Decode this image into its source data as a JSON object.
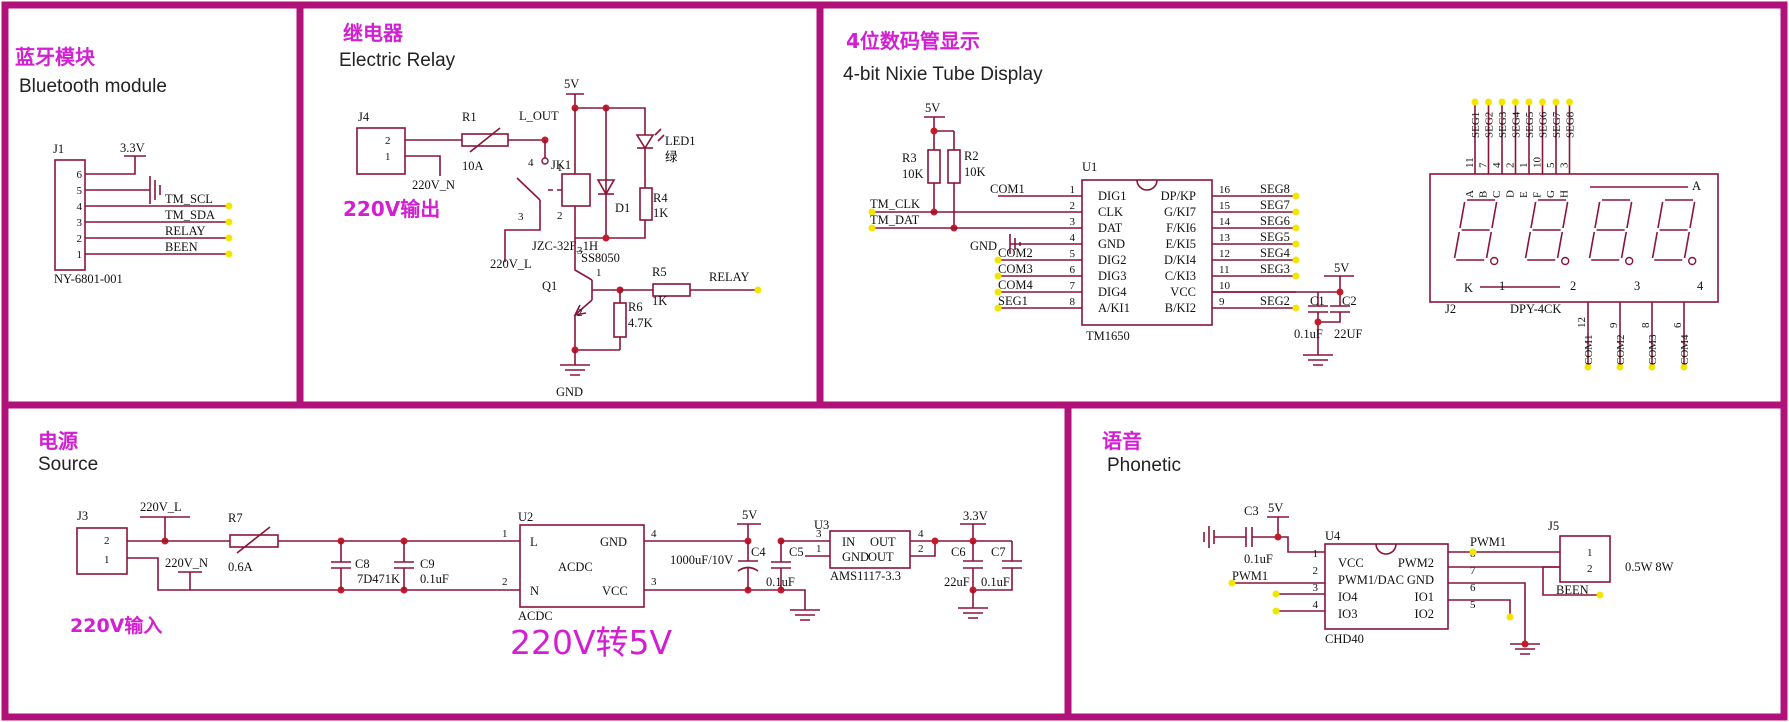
{
  "colors": {
    "frame": "#b0127a",
    "wire": "#8a1538",
    "title_cn": "#d21fd2",
    "junction": "#c21c2c",
    "endpoint": "#f2e600"
  },
  "sections": {
    "bluetooth": {
      "title_cn": "蓝牙模块",
      "title_en": "Bluetooth module"
    },
    "relay": {
      "title_cn": "继电器",
      "title_en": "Electric Relay"
    },
    "display": {
      "title_cn": "4位数码管显示",
      "title_en": "4-bit Nixie Tube Display"
    },
    "power": {
      "title_cn": "电源",
      "title_en": "Source"
    },
    "voice": {
      "title_cn": "语音",
      "title_en": "Phonetic"
    }
  },
  "bluetooth": {
    "connector": "J1",
    "part": "NY-6801-001",
    "supply": "3.3V",
    "pins": [
      "6",
      "5",
      "4",
      "3",
      "2",
      "1"
    ],
    "nets": [
      "TM_SCL",
      "TM_SDA",
      "RELAY",
      "BEEN"
    ]
  },
  "relay": {
    "j4": "J4",
    "j4_pins": [
      "2",
      "1"
    ],
    "r1": "R1",
    "r1_val": "10A",
    "n220": "220V_N",
    "l_out": "L_OUT",
    "vcc": "5V",
    "led": "LED1",
    "led_color": "绿",
    "jk": "JK1",
    "jk_pins": [
      "4",
      "3",
      "1",
      "2"
    ],
    "r4": "R4",
    "r4_val": "1K",
    "d1": "D1",
    "relay_part": "JZC-32F_1H",
    "l220": "220V_L",
    "q1": "Q1",
    "q1_part": "SS8050",
    "q1_pins": [
      "1",
      "2",
      "3"
    ],
    "r5": "R5",
    "r5_val": "1K",
    "relay_net": "RELAY",
    "r6": "R6",
    "r6_val": "4.7K",
    "gnd": "GND",
    "out_label": "220V输出"
  },
  "display": {
    "vcc": "5V",
    "r3": "R3",
    "r3_val": "10K",
    "r2": "R2",
    "r2_val": "10K",
    "clk": "TM_CLK",
    "dat": "TM_DAT",
    "gnd": "GND",
    "u1": "U1",
    "u1_part": "TM1650",
    "left_nets": [
      "COM1",
      "",
      "",
      "",
      "COM2",
      "COM3",
      "COM4",
      "SEG1"
    ],
    "left_pin_nums": [
      "1",
      "2",
      "3",
      "4",
      "5",
      "6",
      "7",
      "8"
    ],
    "left_pins": [
      "DIG1",
      "CLK",
      "DAT",
      "GND",
      "DIG2",
      "DIG3",
      "DIG4",
      "A/KI1"
    ],
    "right_pins": [
      "DP/KP",
      "G/KI7",
      "F/KI6",
      "E/KI5",
      "D/KI4",
      "C/KI3",
      "VCC",
      "B/KI2"
    ],
    "right_pin_nums": [
      "16",
      "15",
      "14",
      "13",
      "12",
      "11",
      "10",
      "9"
    ],
    "right_nets": [
      "SEG8",
      "SEG7",
      "SEG6",
      "SEG5",
      "SEG4",
      "SEG3",
      "",
      "SEG2"
    ],
    "c_vcc": "5V",
    "c1": "C1",
    "c1_val": "0.1uF",
    "c2": "C2",
    "c2_val": "22UF",
    "j2": "J2",
    "j2_part": "DPY-4CK",
    "top_nets": [
      "SEG1",
      "SEG2",
      "SEG3",
      "SEG4",
      "SEG5",
      "SEG6",
      "SEG7",
      "SEG8"
    ],
    "top_pins": [
      "11",
      "7",
      "4",
      "2",
      "1",
      "10",
      "5",
      "3"
    ],
    "seg_letters": [
      "A",
      "B",
      "C",
      "D",
      "E",
      "F",
      "G",
      "H"
    ],
    "anode": "A",
    "cathode": "K",
    "digit_nums": [
      "1",
      "2",
      "3",
      "4"
    ],
    "bottom_pins": [
      "12",
      "9",
      "8",
      "6"
    ],
    "bottom_nets": [
      "COM1",
      "COM2",
      "COM3",
      "COM4"
    ]
  },
  "power": {
    "j3": "J3",
    "j3_pins": [
      "2",
      "1"
    ],
    "l220": "220V_L",
    "n220": "220V_N",
    "r7": "R7",
    "r7_val": "0.6A",
    "c8": "C8",
    "c8_val": "7D471K",
    "c9": "C9",
    "c9_val": "0.1uF",
    "u2": "U2",
    "u2_part": "ACDC",
    "u2_pins": [
      "L",
      "GND",
      "N",
      "VCC"
    ],
    "u2_pin_nums": [
      "1",
      "4",
      "2",
      "3"
    ],
    "u2_center": "ACDC",
    "vcc5": "5V",
    "c4": "C4",
    "c4_val": "1000uF/10V",
    "c5": "C5",
    "c5_val": "0.1uF",
    "u3": "U3",
    "u3_part": "AMS1117-3.3",
    "u3_pins": [
      "IN",
      "OUT",
      "GND",
      "OUT"
    ],
    "u3_pin_nums": [
      "3",
      "1",
      "4",
      "2"
    ],
    "vcc33": "3.3V",
    "c6": "C6",
    "c6_val": "22uF",
    "c7": "C7",
    "c7_val": "0.1uF",
    "in_label": "220V输入",
    "convert_label": "220V转5V"
  },
  "voice": {
    "c3": "C3",
    "c3_val": "0.1uF",
    "vcc": "5V",
    "u4": "U4",
    "u4_part": "CHD40",
    "left_pin_nums": [
      "1",
      "2",
      "3",
      "4"
    ],
    "left_pins": [
      "VCC",
      "PWM1/DAC",
      "IO4",
      "IO3"
    ],
    "right_pins": [
      "PWM2",
      "GND",
      "IO1",
      "IO2"
    ],
    "right_pin_nums": [
      "8",
      "7",
      "6",
      "5"
    ],
    "pwm1": "PWM1",
    "j5": "J5",
    "j5_pins": [
      "1",
      "2"
    ],
    "speaker": "0.5W 8W",
    "been": "BEEN"
  }
}
